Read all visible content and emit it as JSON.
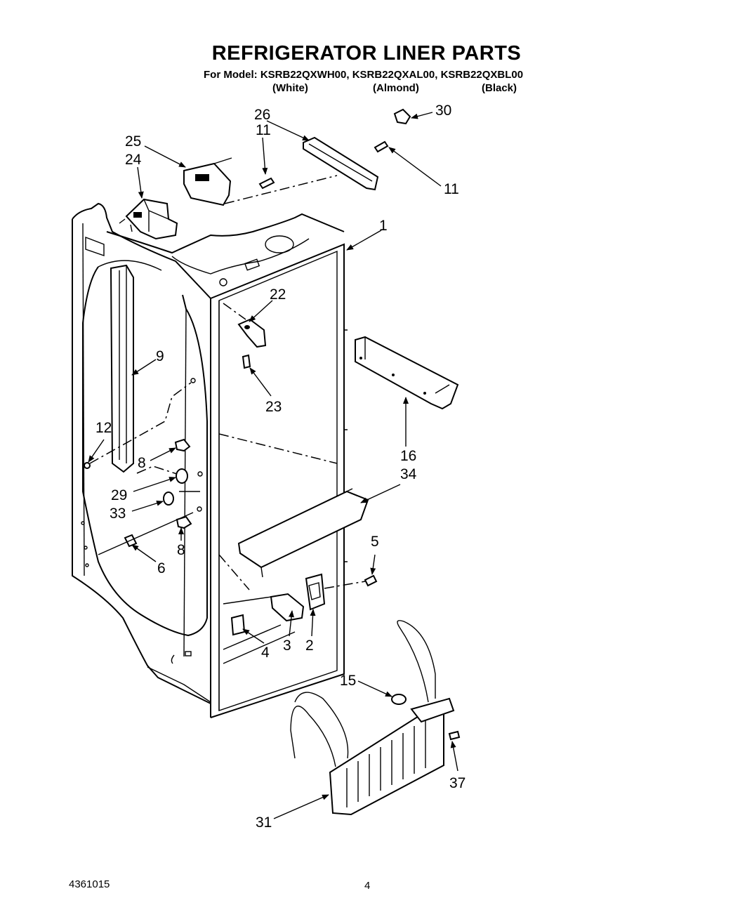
{
  "header": {
    "title": "REFRIGERATOR LINER PARTS",
    "models_line": "For Model: KSRB22QXWH00, KSRB22QXAL00, KSRB22QXBL00",
    "finishes": [
      "(White)",
      "(Almond)",
      "(Black)"
    ]
  },
  "callouts": {
    "c1": "1",
    "c2": "2",
    "c3": "3",
    "c4": "4",
    "c5": "5",
    "c6": "6",
    "c8a": "8",
    "c8b": "8",
    "c9": "9",
    "c11a": "11",
    "c11b": "11",
    "c12": "12",
    "c15": "15",
    "c16": "16",
    "c22": "22",
    "c23": "23",
    "c24": "24",
    "c25": "25",
    "c26": "26",
    "c29": "29",
    "c30": "30",
    "c31": "31",
    "c33": "33",
    "c34": "34",
    "c37": "37"
  },
  "footer": {
    "doc_number": "4361015",
    "page_number": "4"
  }
}
